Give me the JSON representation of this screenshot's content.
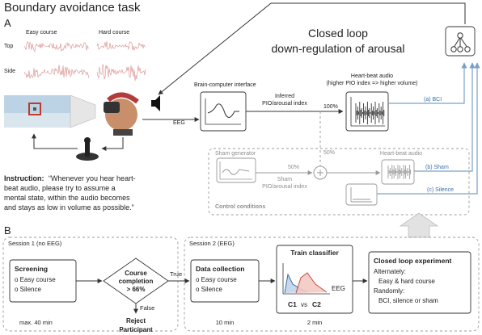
{
  "title": "Boundary avoidance task",
  "panel_a": "A",
  "panel_b": "B",
  "eeg_demo": {
    "easy": "Easy course",
    "hard": "Hard course",
    "top": "Top",
    "side": "Side"
  },
  "closed_loop_title_1": "Closed loop",
  "closed_loop_title_2": "down-regulation of arousal",
  "eeg_label": "EEG",
  "bci_title": "Brain-computer interface",
  "inferred_1": "Inferred",
  "inferred_2": "PIO/arousal index",
  "pct_100": "100%",
  "heartbeat_title_1": "Heart-beat audio",
  "heartbeat_title_2": "(higher PIO index => higher volume)",
  "conditions": {
    "bci": "(a) BCI",
    "sham": "(b) Sham",
    "silence": "(c) Silence"
  },
  "pct_50_top": "50%",
  "pct_50_mid": "50%",
  "sham_generator": "Sham generator",
  "sham_index_1": "Sham",
  "sham_index_2": "PIO/arousal index",
  "heartbeat_audio_gray": "Heart-beat audio",
  "control_conditions": "Control conditions",
  "instruction_bold": "Instruction:",
  "instruction_lines": [
    "“Whenever you hear heart-",
    "beat audio, please try to assume a",
    "mental state, within the audio becomes",
    "and stays as low in volume as possible.”"
  ],
  "session1": "Session 1 (no EEG)",
  "session2": "Session 2 (EEG)",
  "screening": {
    "title": "Screening",
    "items": [
      "o Easy course",
      "o Silence"
    ]
  },
  "decision": {
    "line1": "Course",
    "line2": "completion",
    "line3": "> 66%"
  },
  "true_label": "True",
  "false_label": "False",
  "reject": {
    "line1": "Reject",
    "line2": "Participant"
  },
  "data_collection": {
    "title": "Data collection",
    "items": [
      "o Easy course",
      "o Silence"
    ]
  },
  "train_classifier": "Train classifier",
  "classifier_eeg": "EEG",
  "classifier_c1": "C1",
  "classifier_vs": "vs",
  "classifier_c2": "C2",
  "closed_loop_exp": {
    "title": "Closed loop experiment",
    "lines": [
      "Alternately:",
      "Easy & hard course",
      "Randomly:",
      "BCI, silence or sham"
    ]
  },
  "durations": {
    "screening": "max. 40 min",
    "data_collection": "10 min",
    "train": "2 min"
  },
  "colors": {
    "blue": "#3b6fa8",
    "red": "#c0392b",
    "gray": "#9a9a9a",
    "dark": "#333333"
  }
}
